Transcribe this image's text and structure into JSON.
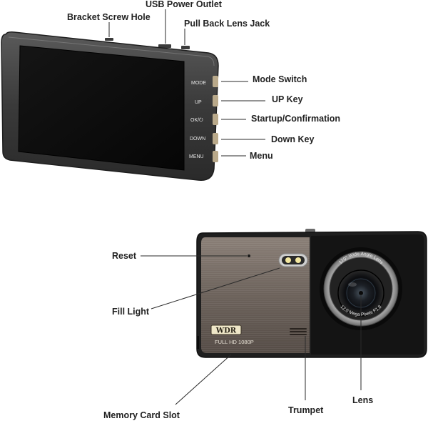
{
  "top_device": {
    "callouts": {
      "bracket_screw_hole": "Bracket Screw Hole",
      "usb_power_outlet": "USB Power Outlet",
      "pull_back_lens_jack": "Pull Back Lens Jack",
      "mode_switch": "Mode Switch",
      "up_key": "UP Key",
      "startup_confirmation": "Startup/Confirmation",
      "down_key": "Down Key",
      "menu": "Menu"
    },
    "buttons": {
      "mode": "MODE",
      "up": "UP",
      "ok": "OK/⏻",
      "down": "DOWN",
      "menu": "MENU"
    }
  },
  "bottom_device": {
    "callouts": {
      "reset": "Reset",
      "fill_light": "Fill Light",
      "memory_card_slot": "Memory Card Slot",
      "trumpet": "Trumpet",
      "lens": "Lens"
    },
    "badges": {
      "wdr": "WDR",
      "full_hd": "FULL HD 1080P"
    },
    "lens_ring_text": {
      "top": "170° Wide Angle Lens",
      "bottom": "12.0 Mega Pixels F1.8"
    }
  }
}
